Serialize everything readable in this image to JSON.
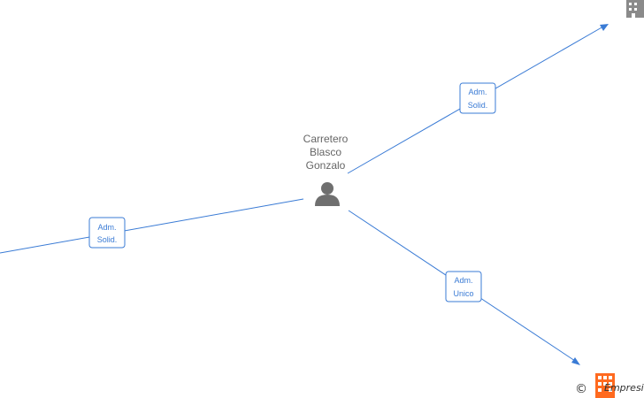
{
  "person": {
    "name_lines": [
      "Carretero",
      "Blasco",
      "Gonzalo"
    ],
    "icon": "person-icon"
  },
  "relations": [
    {
      "label_lines": [
        "Adm.",
        "Solid."
      ],
      "direction": "outgoing",
      "target": "company"
    },
    {
      "label_lines": [
        "Adm.",
        "Solid."
      ],
      "direction": "incoming",
      "target": "offscreen"
    },
    {
      "label_lines": [
        "Adm.",
        "Unico"
      ],
      "direction": "outgoing",
      "target": "offscreen"
    }
  ],
  "company": {
    "icon": "building-icon"
  },
  "watermark": {
    "copyright": "©",
    "brand": "Empresia",
    "brand_color": "#ff6a1f"
  },
  "colors": {
    "edge": "#3a7bd5",
    "person_icon": "#6f6f6f",
    "name_text": "#666666"
  }
}
